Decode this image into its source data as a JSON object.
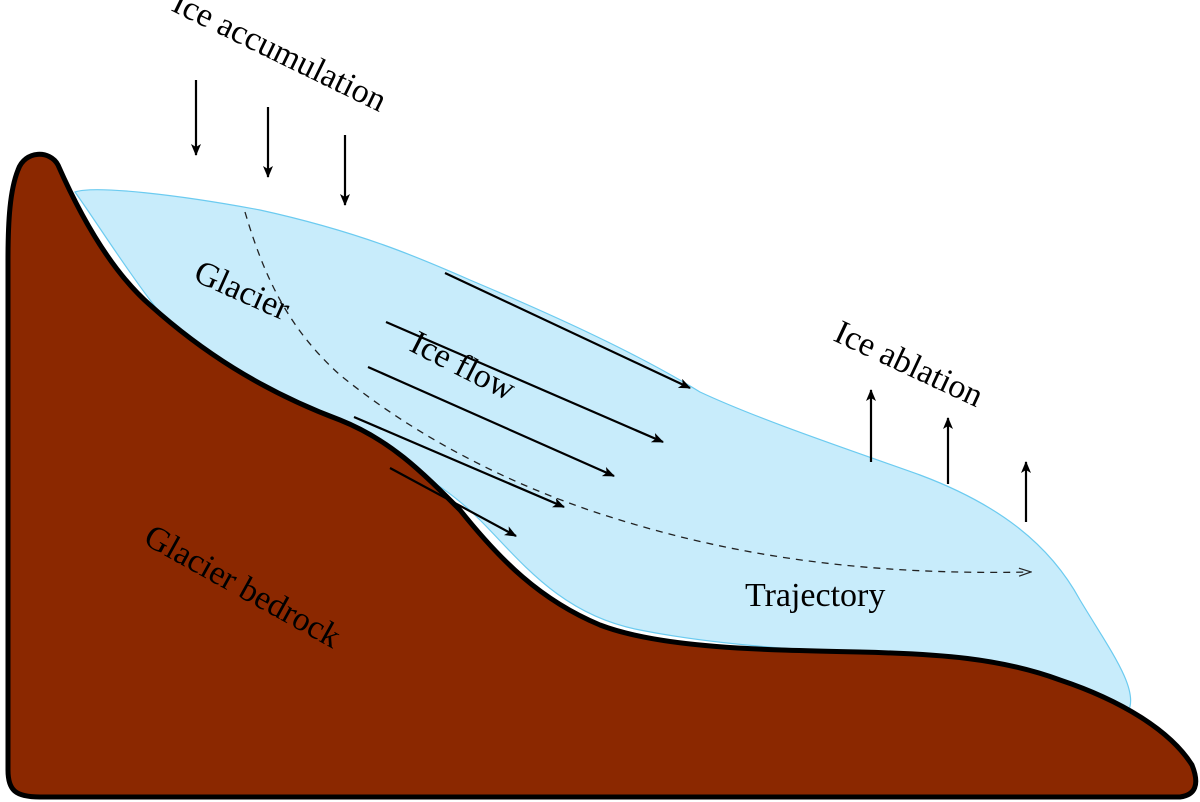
{
  "diagram": {
    "title": "Glacier mass balance and ice flow",
    "labels": {
      "accumulation": "Ice accumulation",
      "glacier": "Glacier",
      "ice_flow": "Ice flow",
      "ablation": "Ice ablation",
      "trajectory": "Trajectory",
      "bedrock": "Glacier bedrock"
    },
    "colors": {
      "ice": "#c8ecfb",
      "ice_outline": "#6ccbf0",
      "bedrock": "#8b2800",
      "outline": "#000000"
    },
    "arrows": {
      "accumulation_count": 3,
      "accumulation_direction": "down",
      "ablation_count": 3,
      "ablation_direction": "up",
      "flow_count": 5,
      "flow_direction": "downslope"
    }
  }
}
